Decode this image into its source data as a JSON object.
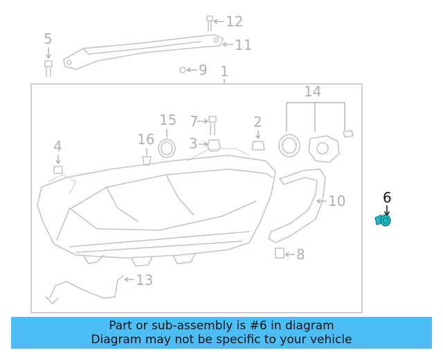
{
  "callouts": {
    "c1": "1",
    "c2": "2",
    "c3": "3",
    "c4": "4",
    "c5": "5",
    "c6": "6",
    "c7": "7",
    "c8": "8",
    "c9": "9",
    "c10": "10",
    "c11": "11",
    "c12": "12",
    "c13": "13",
    "c14": "14",
    "c15": "15",
    "c16": "16"
  },
  "highlighted_part": "6",
  "colors": {
    "highlight": "#1fb8c4",
    "banner": "#4cbdf5",
    "line_art": "#c4c4c4"
  },
  "banner": {
    "line1": "Part or sub-assembly is #6 in diagram",
    "line2": "Diagram may not be specific to your vehicle"
  }
}
